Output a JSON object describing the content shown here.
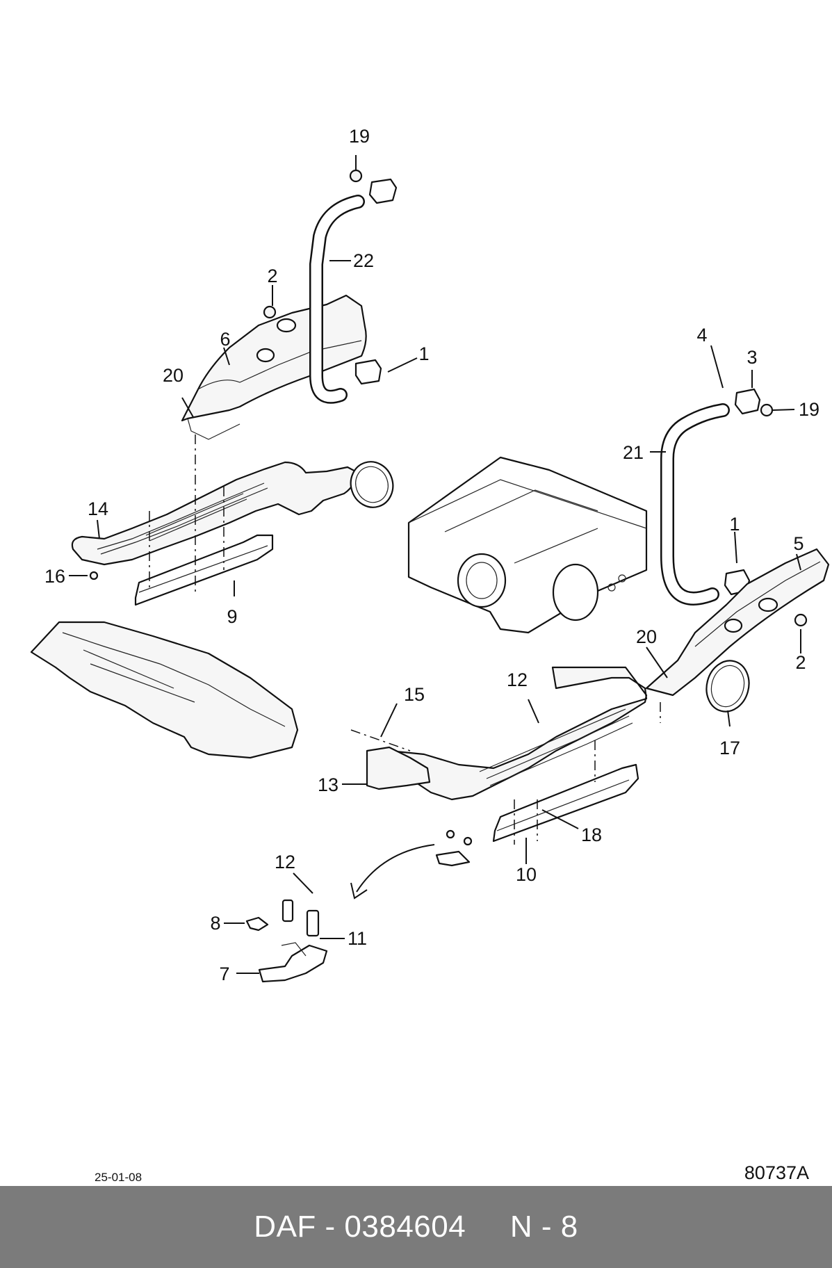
{
  "diagram": {
    "callouts": [
      "19",
      "22",
      "2",
      "6",
      "1",
      "20",
      "14",
      "16",
      "9",
      "4",
      "3",
      "19",
      "21",
      "1",
      "5",
      "20",
      "2",
      "17",
      "12",
      "15",
      "13",
      "18",
      "10",
      "12",
      "8",
      "11",
      "7"
    ]
  },
  "footer": {
    "date": "25-01-08",
    "drawing_number": "80737A",
    "brand": "DAF",
    "part_number": "0384604",
    "page": "N - 8"
  }
}
